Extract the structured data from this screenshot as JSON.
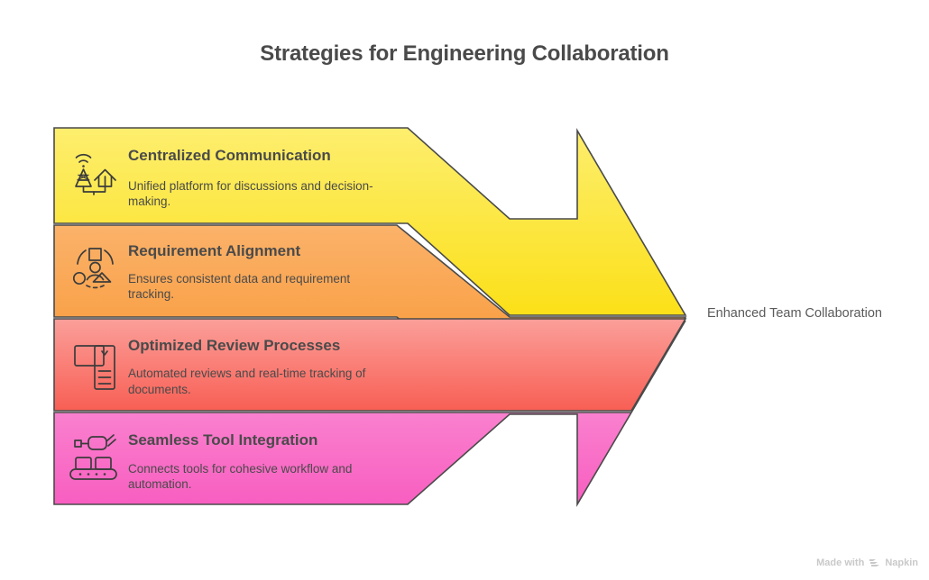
{
  "page": {
    "title": "Strategies for Engineering Collaboration",
    "background_color": "#ffffff",
    "text_color": "#4a4a4a"
  },
  "outcome": {
    "label": "Enhanced Team Collaboration"
  },
  "bands": [
    {
      "id": "centralized-communication",
      "title": "Centralized Communication",
      "description": "Unified platform for discussions and decision-making.",
      "desc_line1": "Unified platform for discussions and decision-",
      "desc_line2": "making.",
      "icon": "radio-tower-house-icon",
      "color_top": "#fdee6e",
      "color_bottom": "#fbe018",
      "stroke": "#4a4a4a"
    },
    {
      "id": "requirement-alignment",
      "title": "Requirement Alignment",
      "description": "Ensures consistent data and requirement tracking.",
      "desc_line1": "Ensures consistent data and requirement",
      "desc_line2": "tracking.",
      "icon": "person-shapes-alignment-icon",
      "color_top": "#fbb26a",
      "color_bottom": "#f7922a",
      "stroke": "#4a4a4a"
    },
    {
      "id": "optimized-review-processes",
      "title": "Optimized Review Processes",
      "description": "Automated reviews and real-time tracking of documents.",
      "desc_line1": "Automated reviews and real-time tracking of",
      "desc_line2": "documents.",
      "icon": "document-dropdown-icon",
      "color_top": "#fb9f9a",
      "color_bottom": "#f85f54",
      "stroke": "#4a4a4a"
    },
    {
      "id": "seamless-tool-integration",
      "title": "Seamless Tool Integration",
      "description": "Connects tools for cohesive workflow and automation.",
      "desc_line1": "Connects tools for cohesive workflow and",
      "desc_line2": "automation.",
      "icon": "robot-conveyor-icon",
      "color_top": "#fba3dd",
      "color_bottom": "#f85ec0",
      "stroke": "#4a4a4a"
    }
  ],
  "watermark": {
    "prefix": "Made with",
    "brand": "Napkin",
    "logo": "napkin-logo-icon"
  }
}
